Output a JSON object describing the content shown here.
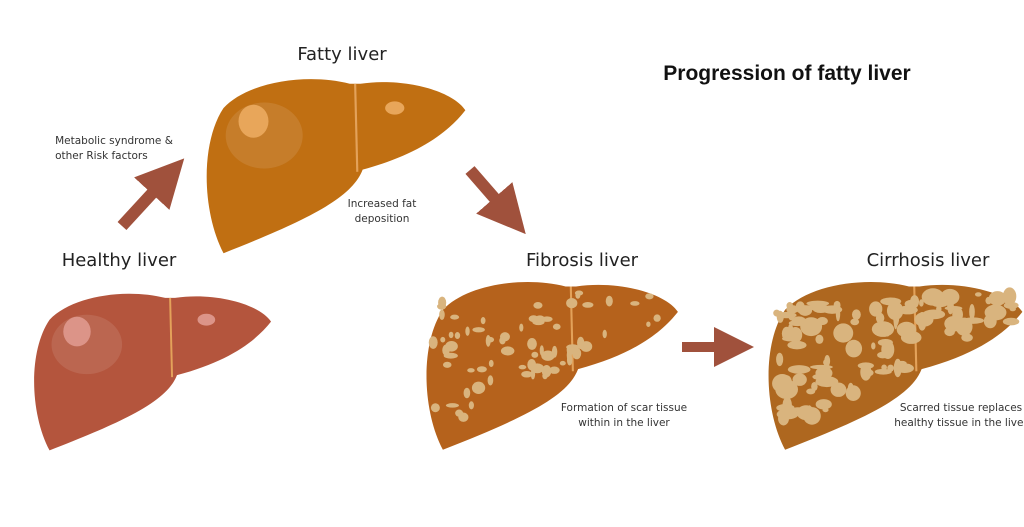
{
  "title": "Progression of fatty liver",
  "stages": [
    {
      "name": "Healthy liver",
      "color": "#b4553d"
    },
    {
      "name": "Fatty liver",
      "color": "#c06f12"
    },
    {
      "name": "Fibrosis liver",
      "color": "#b5621c"
    },
    {
      "name": "Cirrhosis liver",
      "color": "#ae671f"
    }
  ],
  "annotations": {
    "risk_line1": "Metabolic syndrome &",
    "risk_line2": "other Risk factors",
    "fat_line1": "Increased fat",
    "fat_line2": "deposition",
    "scar_line1": "Formation of scar tissue",
    "scar_line2": "within in the liver",
    "replace_line1": "Scarred tissue replaces",
    "replace_line2": "healthy tissue in the liver"
  },
  "colors": {
    "arrow": "#a0513c",
    "nodule": "#d9b47e"
  }
}
